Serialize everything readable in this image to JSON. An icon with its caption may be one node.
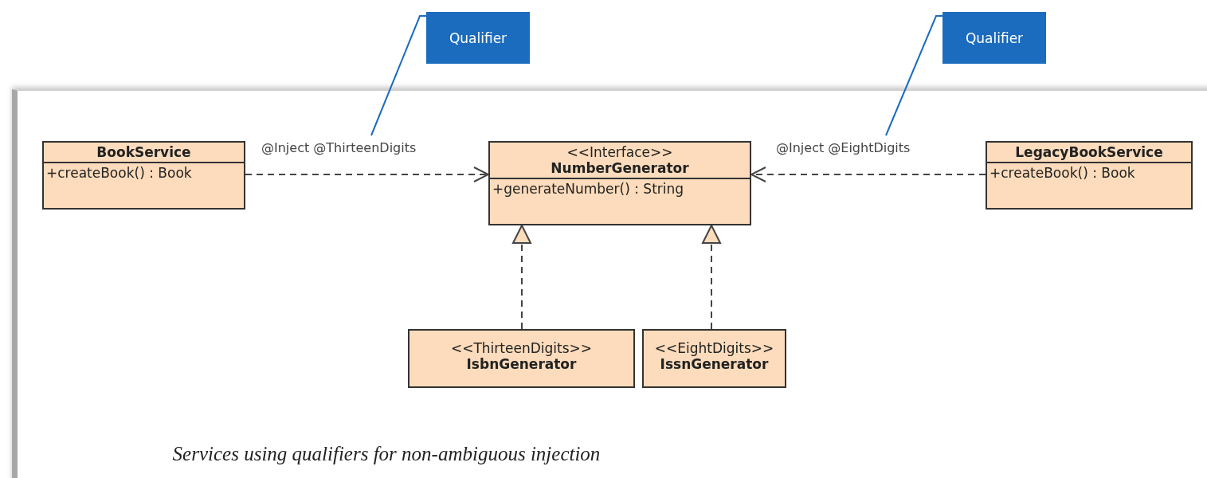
{
  "diagram": {
    "caption": "Services using qualifiers for non-ambiguous injection",
    "nodes": [
      {
        "text": [
          "Qualifier"
        ]
      },
      {
        "text": [
          "Qualifier"
        ]
      },
      {
        "text": [
          "BookService",
          "+createBook() : Book"
        ]
      },
      {
        "text": [
          "<<Interface>>",
          "NumberGenerator",
          "+generateNumber() : String"
        ]
      },
      {
        "text": [
          "LegacyBookService",
          "+createBook() : Book"
        ]
      },
      {
        "text": [
          "<<ThirteenDigits>>",
          "IsbnGenerator"
        ]
      },
      {
        "text": [
          "<<EightDigits>>",
          "IssnGenerator"
        ]
      }
    ],
    "edges": [
      {
        "from": 2,
        "to": 3,
        "arrow": "to",
        "label": "@Inject @ThirteenDigits",
        "style": "dashed"
      },
      {
        "from": 4,
        "to": 3,
        "arrow": "to",
        "label": "@Inject @EightDigits",
        "style": "dashed"
      },
      {
        "from": 5,
        "to": 3,
        "arrow": "to",
        "style": "dashed"
      },
      {
        "from": 6,
        "to": 3,
        "arrow": "to",
        "style": "dashed"
      },
      {
        "from": 0,
        "to": null,
        "arrow": "none",
        "color": "#1b6cbf"
      },
      {
        "from": 1,
        "to": null,
        "arrow": "none",
        "color": "#1b6cbf"
      }
    ]
  }
}
